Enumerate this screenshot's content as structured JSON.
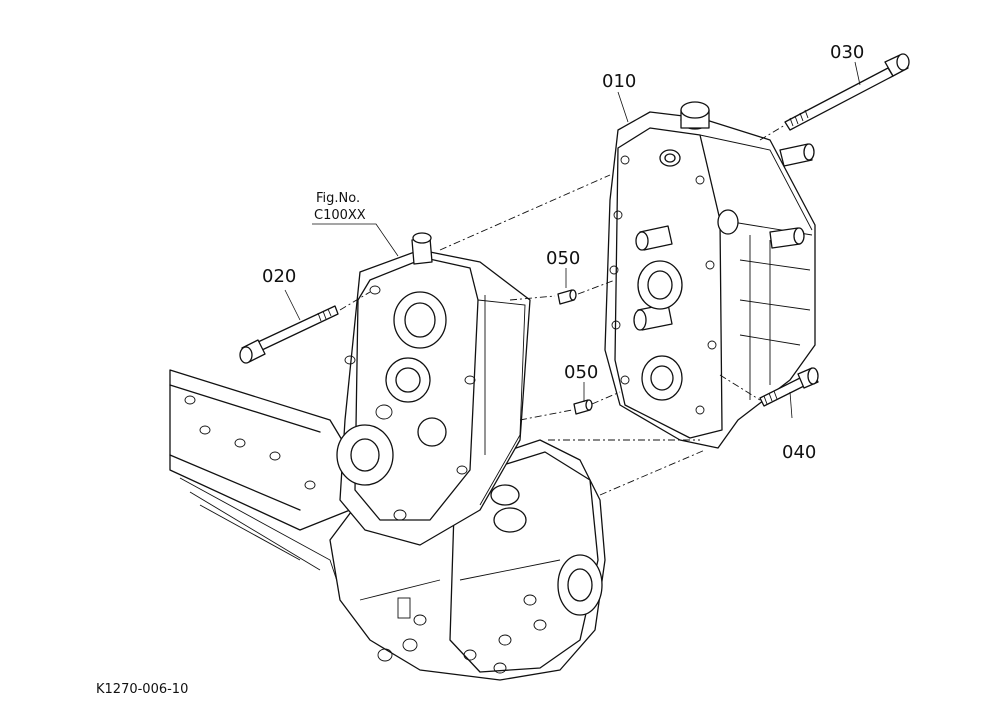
{
  "labels": {
    "p010": "010",
    "p020": "020",
    "p030": "030",
    "p040": "040",
    "p050a": "050",
    "p050b": "050",
    "fig_no": "Fig.No.",
    "fig_ref": "C100XX"
  },
  "drawing_code": "K1270-006-10"
}
